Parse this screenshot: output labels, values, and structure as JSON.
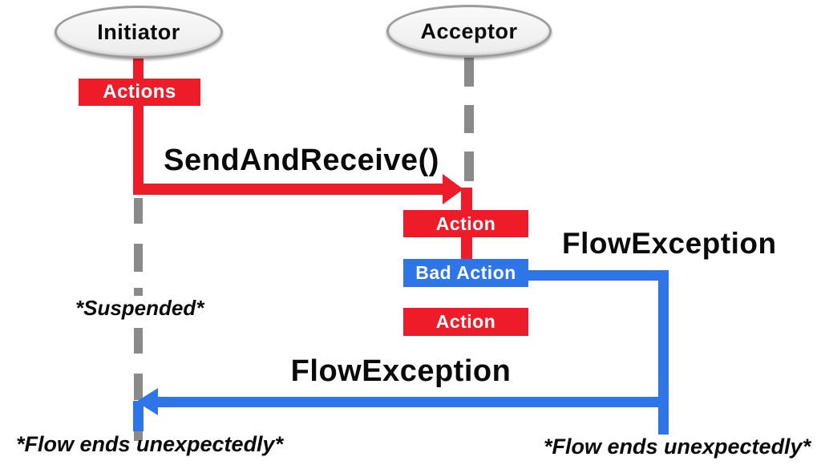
{
  "actors": {
    "initiator": "Initiator",
    "acceptor": "Acceptor"
  },
  "activations": {
    "actions": "Actions",
    "action_top": "Action",
    "bad_action": "Bad Action",
    "action_bottom": "Action"
  },
  "messages": {
    "send_and_receive": "SendAndReceive()",
    "flow_exception_right": "FlowException",
    "flow_exception_bottom": "FlowException"
  },
  "annotations": {
    "suspended": "*Suspended*",
    "flow_ends_left": "*Flow ends unexpectedly*",
    "flow_ends_right": "*Flow ends unexpectedly*"
  },
  "colors": {
    "red": "#ed1c28",
    "blue": "#2e75e8",
    "gray": "#8a8a8a"
  }
}
